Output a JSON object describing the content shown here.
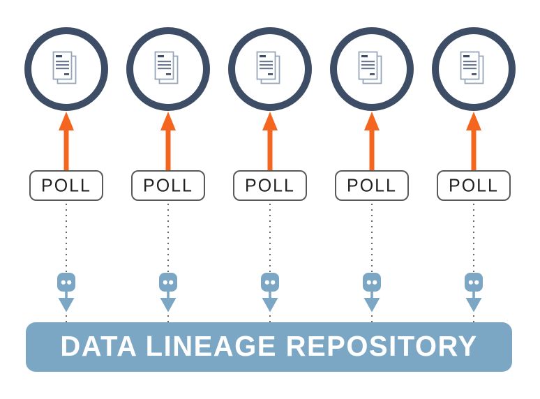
{
  "diagram": {
    "description": "Five source systems with document icons are polled; results flow down dotted connectors into a shared repository",
    "colors": {
      "navy": "#3E4D66",
      "orange": "#F4651F",
      "steel_blue": "#7BA7C5",
      "border_gray": "#595959",
      "dot_gray": "#666666",
      "doc_outline": "#97A5B8",
      "doc_line": "#6B7A92",
      "doc_accent": "#3E4D66",
      "text_dark": "#1F1F1F",
      "banner_text": "#FFFFFF",
      "background": "#FFFFFF"
    },
    "sources": [
      {
        "node_icon": "document-icon",
        "poll_label": "POLL",
        "up_arrow_icon": "arrow-up-icon",
        "connector_icon": "plug-arrow-down-icon"
      },
      {
        "node_icon": "document-icon",
        "poll_label": "POLL",
        "up_arrow_icon": "arrow-up-icon",
        "connector_icon": "plug-arrow-down-icon"
      },
      {
        "node_icon": "document-icon",
        "poll_label": "POLL",
        "up_arrow_icon": "arrow-up-icon",
        "connector_icon": "plug-arrow-down-icon"
      },
      {
        "node_icon": "document-icon",
        "poll_label": "POLL",
        "up_arrow_icon": "arrow-up-icon",
        "connector_icon": "plug-arrow-down-icon"
      },
      {
        "node_icon": "document-icon",
        "poll_label": "POLL",
        "up_arrow_icon": "arrow-up-icon",
        "connector_icon": "plug-arrow-down-icon"
      }
    ],
    "repository": {
      "label": "DATA LINEAGE REPOSITORY"
    }
  }
}
